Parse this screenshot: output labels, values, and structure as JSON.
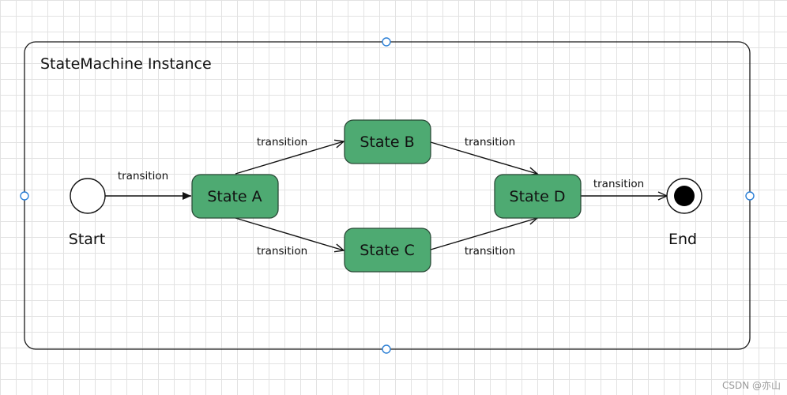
{
  "diagram": {
    "frame_title": "StateMachine Instance",
    "start_label": "Start",
    "end_label": "End",
    "states": {
      "a": "State A",
      "b": "State B",
      "c": "State C",
      "d": "State D"
    },
    "transitions": {
      "start_to_a": "transition",
      "a_to_b": "transition",
      "a_to_c": "transition",
      "b_to_d": "transition",
      "c_to_d": "transition",
      "d_to_end": "transition"
    }
  },
  "watermark": "CSDN @亦山",
  "colors": {
    "state_fill": "#4eaa72",
    "state_stroke": "#2a4a37",
    "selection_handle": "#2b7fd6"
  }
}
